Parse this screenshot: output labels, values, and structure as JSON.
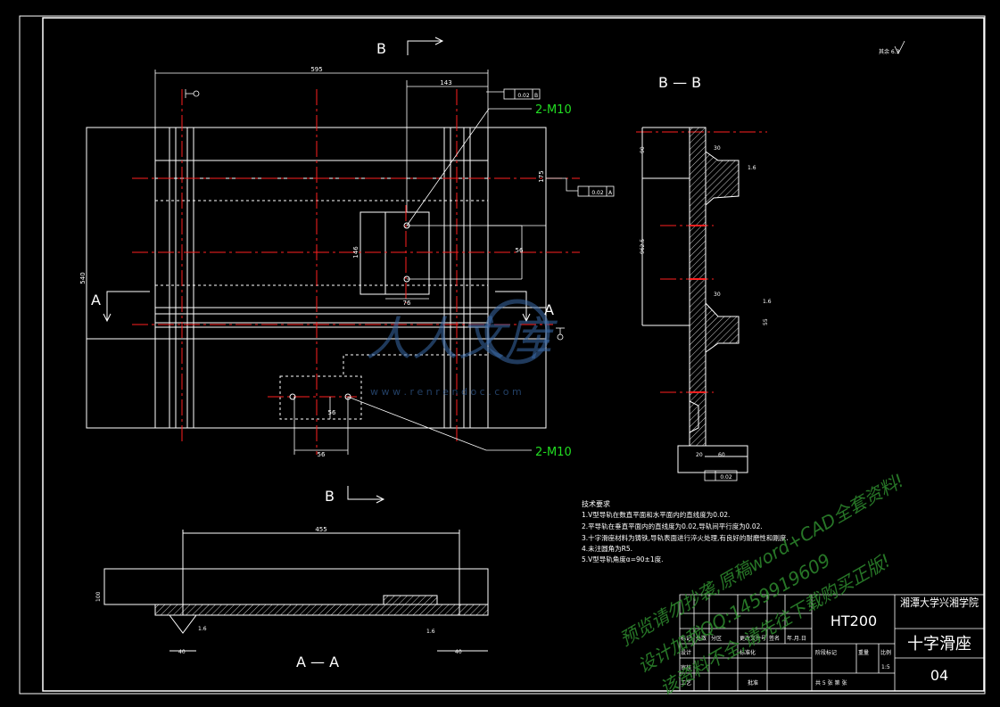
{
  "views": {
    "top_section_label": "B",
    "bottom_section_label": "B",
    "section_a_left": "A",
    "section_a_right": "A",
    "section_bb_title": "B — B",
    "section_aa_title": "A — A"
  },
  "callouts": {
    "upper_thread": "2-M10",
    "lower_thread": "2-M10"
  },
  "dimensions": {
    "overall_width": "595",
    "top_offset": "143",
    "height_main": "540",
    "d175": "175",
    "d56a": "56",
    "d146": "146",
    "d76": "76",
    "d56b": "56",
    "d56c": "56",
    "d455": "455",
    "d100": "100",
    "d40a": "40",
    "d40b": "40",
    "bb_90": "90",
    "bb_9625": "962.5",
    "bb_60": "60",
    "bb_55": "55",
    "bb_30a": "30",
    "bb_30b": "30",
    "bb_20": "20"
  },
  "tolerances": {
    "flatness_top": "0.02",
    "flatness_top_ref": "B",
    "parallel_mid": "0.02",
    "parallel_mid_ref": "A",
    "parallel_bb": "0.02",
    "roughness_a": "1.6",
    "roughness_b": "1.6",
    "roughness_c": "1.6",
    "roughness_d": "1.6",
    "roughness_top_right": "其余 6.3"
  },
  "tech_requirements": {
    "heading": "技术要求",
    "line1": "1.V型导轨在数直平面和水平面内的直线度为0.02.",
    "line2": "2.平导轨在垂直平面内的直线度为0.02,导轨间平行度为0.02.",
    "line3": "3.十字滑座材料为铸铁,导轨表面进行淬火处理,有良好的耐磨性和刚度.",
    "line4": "4.未注圆角为R5.",
    "line5": "5.V型导轨角度α=90±1度."
  },
  "title_block": {
    "material": "HT200",
    "school": "湘潭大学兴湘学院",
    "part_name": "十字滑座",
    "drawing_no": "04",
    "sheet_info": "共 5 张  第  张",
    "scale": "1:5",
    "row_labels": [
      "标记",
      "处数",
      "分区",
      "更改文件号",
      "签名",
      "年.月.日"
    ],
    "design": "设计",
    "standardize": "标准化",
    "review": "审核",
    "process": "工艺",
    "approve": "批准",
    "stage_mark": "阶段标记",
    "weight": "重量",
    "ratio": "比例"
  },
  "watermark": {
    "brand": "人人文库",
    "url": "w w w . r e n r e n d o c . c o m",
    "diag1": "预览请勿抄袭,原稿word+CAD全套资料!",
    "diag2": "设计加我QQ:1459919609",
    "diag3": "该资料不全,请先往下载购买正版!"
  },
  "colors": {
    "outline": "#ffffff",
    "center": "#ff2020",
    "callout": "#22dd22",
    "watermark_blue": "#3a6aa8",
    "watermark_text": "#2e8b2e"
  }
}
